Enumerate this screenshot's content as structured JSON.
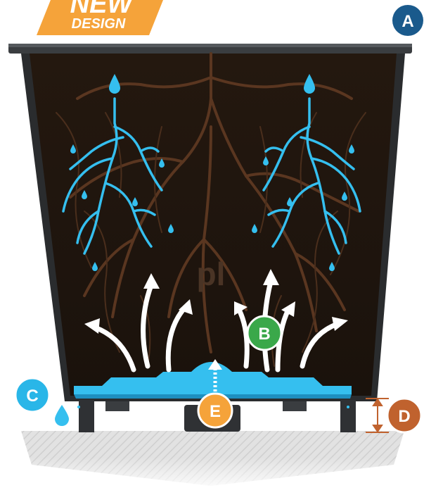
{
  "banner": {
    "line1": "NEW",
    "line2": "DESIGN",
    "color": "#f5a33a"
  },
  "logo": "pl",
  "callouts": [
    {
      "id": "A",
      "label": "A",
      "color": "#1a5a8c"
    },
    {
      "id": "B",
      "label": "B",
      "color": "#3aa84a"
    },
    {
      "id": "C",
      "label": "C",
      "color": "#29b6e8"
    },
    {
      "id": "D",
      "label": "D",
      "color": "#c0622e"
    },
    {
      "id": "E",
      "label": "E",
      "color": "#f5a33a"
    }
  ],
  "colors": {
    "pot": "#2a2c2e",
    "soil": "#2a1b12",
    "roots": "#5a3620",
    "water": "#35bfef",
    "arrow": "#ffffff",
    "ground": "#d9d9d9"
  }
}
